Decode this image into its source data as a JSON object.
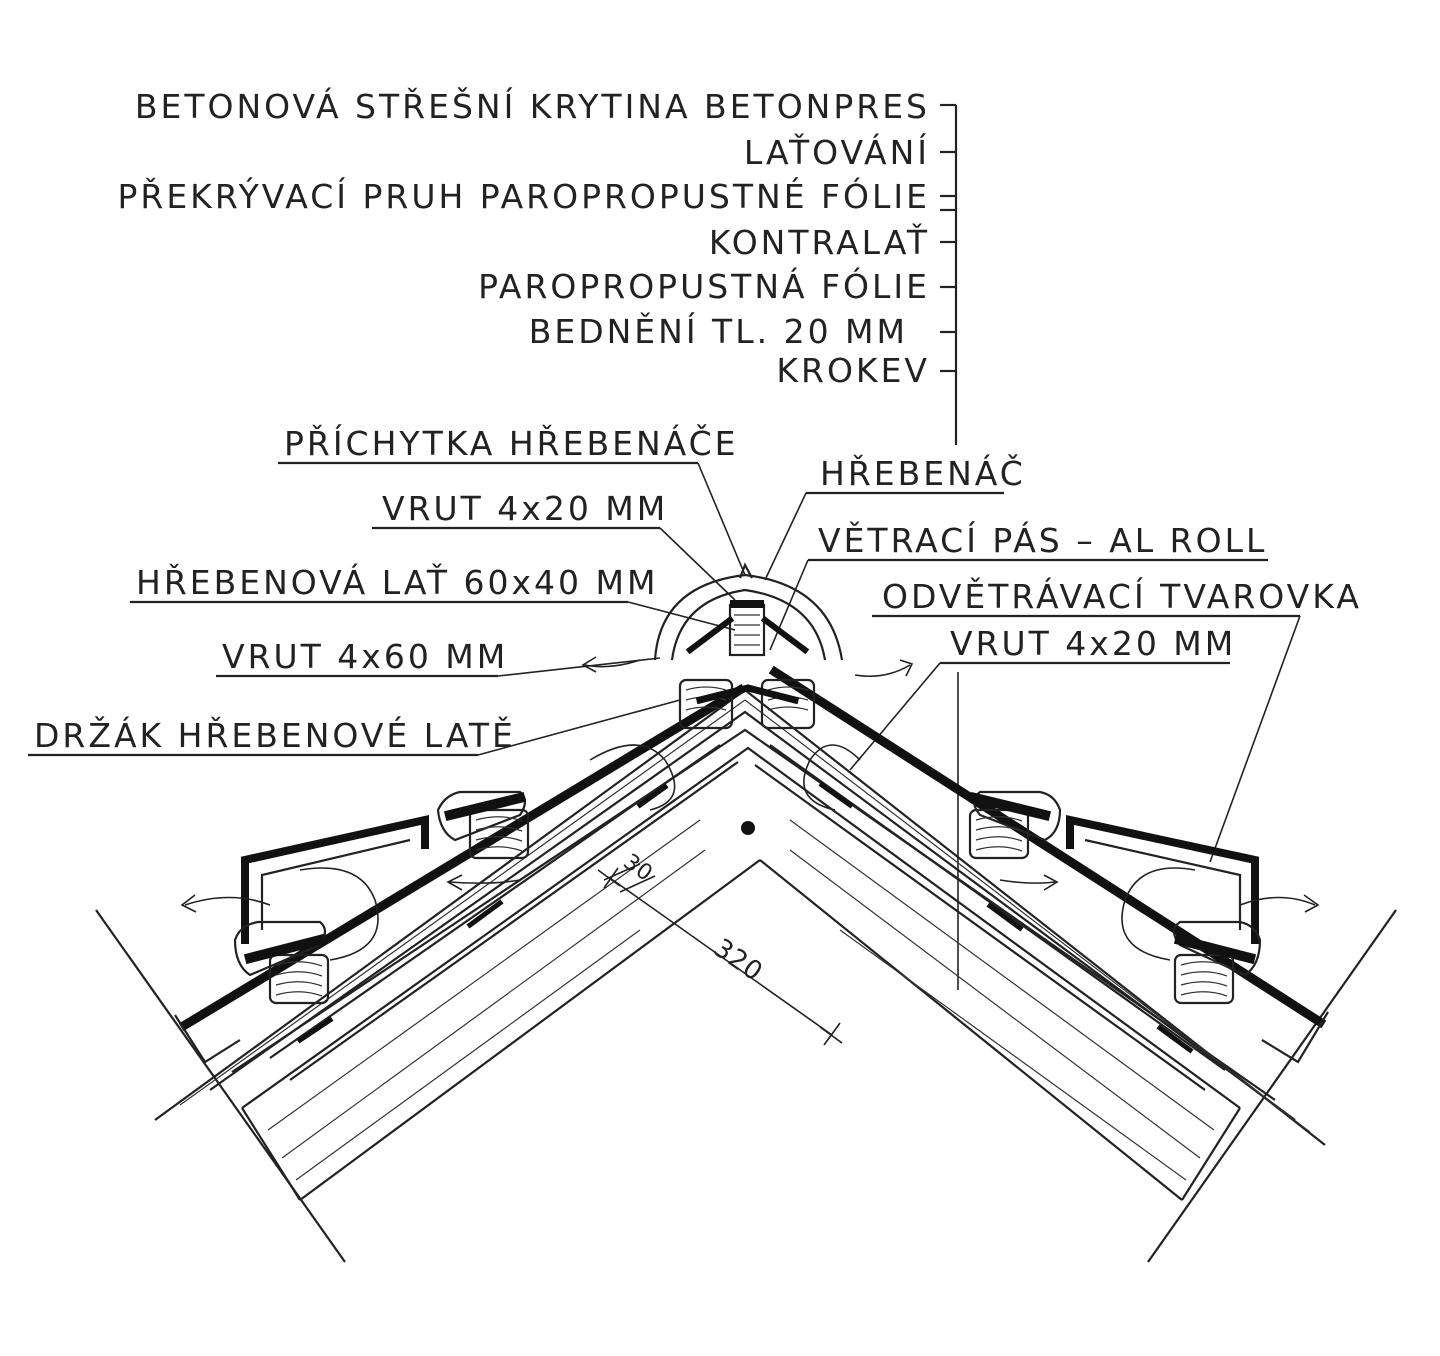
{
  "layer_labels": [
    "BETONOVÁ STŘEŠNÍ KRYTINA BETONPRES",
    "LAŤOVÁNÍ",
    "PŘEKRÝVACÍ PRUH PAROPROPUSTNÉ FÓLIE",
    "KONTRALAŤ",
    "PAROPROPUSTNÁ FÓLIE",
    "BEDNĚNÍ TL. 20 MM",
    "KROKEV"
  ],
  "left_labels": [
    "PŘÍCHYTKA HŘEBENÁČE",
    "VRUT 4x20 MM",
    "HŘEBENOVÁ LAŤ 60x40 MM",
    "VRUT 4x60 MM",
    "DRŽÁK HŘEBENOVÉ LATĚ"
  ],
  "right_labels": [
    "HŘEBENÁČ",
    "VĚTRACÍ PÁS – AL ROLL",
    "ODVĚTRÁVACÍ TVAROVKA",
    "VRUT 4x20 MM"
  ],
  "dimensions": [
    "320",
    "30"
  ]
}
